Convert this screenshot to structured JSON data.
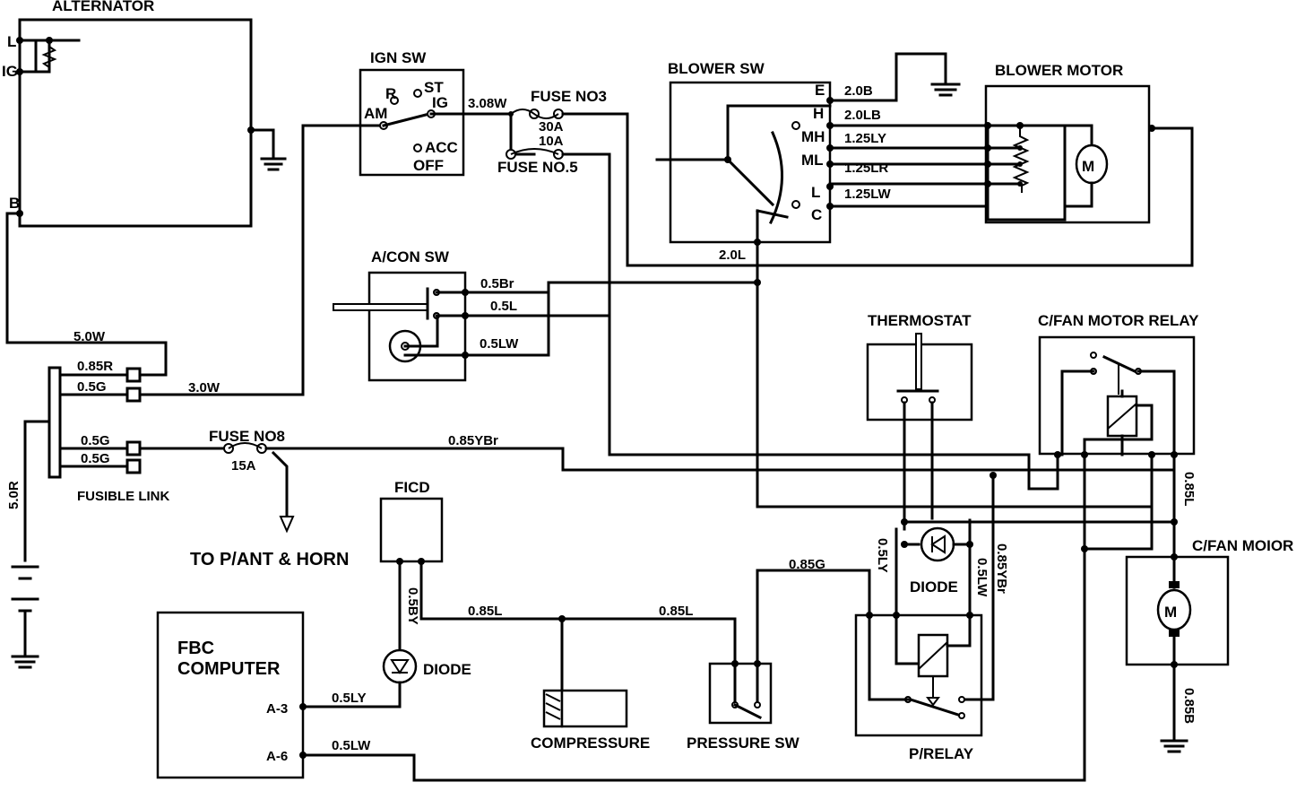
{
  "components": {
    "alternator": "ALTERNATOR",
    "ign_sw": "IGN SW",
    "blower_sw": "BLOWER SW",
    "blower_motor": "BLOWER MOTOR",
    "acon_sw": "A/CON SW",
    "thermostat": "THERMOSTAT",
    "cfan_relay": "C/FAN MOTOR RELAY",
    "cfan_motor": "C/FAN MOIOR",
    "fusible_link": "FUSIBLE LINK",
    "ficd": "FICD",
    "fbc_line1": "FBC",
    "fbc_line2": "COMPUTER",
    "compressure": "COMPRESSURE",
    "pressure_sw": "PRESSURE SW",
    "p_relay": "P/RELAY",
    "diode_top": "DIODE",
    "diode_bottom": "DIODE",
    "to_pant_horn": "TO P/ANT & HORN"
  },
  "terminals": {
    "alt_l": "L",
    "alt_ig": "IG",
    "alt_b": "B",
    "ign_r": "R",
    "ign_st": "ST",
    "ign_am": "AM",
    "ign_ig": "IG",
    "ign_acc": "ACC",
    "ign_off": "OFF",
    "bsw_e": "E",
    "bsw_h": "H",
    "bsw_mh": "MH",
    "bsw_ml": "ML",
    "bsw_l": "L",
    "bsw_c": "C",
    "fbc_a3": "A-3",
    "fbc_a6": "A-6",
    "motor_m": "M"
  },
  "fuses": {
    "no3": "FUSE NO3",
    "no3_rating": "30A",
    "no5": "FUSE NO.5",
    "no5_rating": "10A",
    "no8": "FUSE NO8",
    "no8_rating": "15A"
  },
  "wires": {
    "w_308w": "3.08W",
    "w_20b": "2.0B",
    "w_20lb": "2.0LB",
    "w_125ly": "1.25LY",
    "w_125lr": "1.25LR",
    "w_125lw": "1.25LW",
    "w_20l": "2.0L",
    "w_05br": "0.5Br",
    "w_05l": "0.5L",
    "w_05lw_acon": "0.5LW",
    "w_50w": "5.0W",
    "w_085r": "0.85R",
    "w_05g_a": "0.5G",
    "w_30w": "3.0W",
    "w_05g_b": "0.5G",
    "w_05g_c": "0.5G",
    "w_085ybr_h": "0.85YBr",
    "w_50r": "5.0R",
    "w_05ly_v": "0.5LY",
    "w_05lw_v": "0.5LW",
    "w_085ybr_v": "0.85YBr",
    "w_085l_v": "0.85L",
    "w_085b_v": "0.85B",
    "w_05by": "0.5BY",
    "w_085l_a": "0.85L",
    "w_085l_b": "0.85L",
    "w_085g": "0.85G",
    "w_05ly_fbc": "0.5LY",
    "w_05lw_fbc": "0.5LW"
  }
}
